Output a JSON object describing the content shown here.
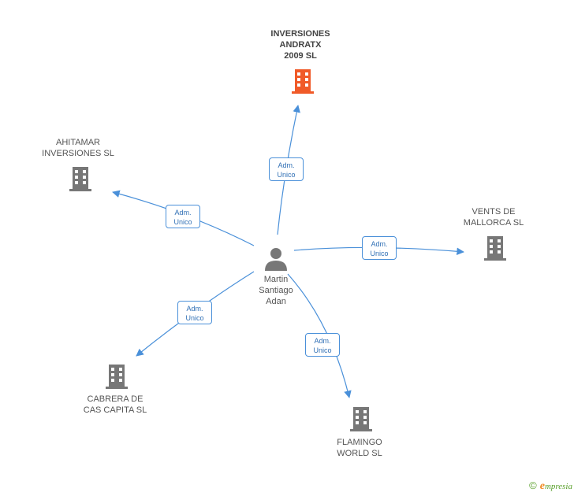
{
  "colors": {
    "edge": "#4a90d9",
    "company_icon": "#777777",
    "highlight_icon": "#f05a28",
    "person_icon": "#777777"
  },
  "person": {
    "name": "Martin\nSantiago\nAdan",
    "icon": "person-icon"
  },
  "companies": [
    {
      "id": "inversiones-andratx",
      "name": "INVERSIONES\nANDRATX\n2009 SL",
      "highlight": true,
      "icon": "building-icon"
    },
    {
      "id": "ahitamar",
      "name": "AHITAMAR\nINVERSIONES SL",
      "highlight": false,
      "icon": "building-icon"
    },
    {
      "id": "vents-de-mallorca",
      "name": "VENTS DE\nMALLORCA SL",
      "highlight": false,
      "icon": "building-icon"
    },
    {
      "id": "cabrera-de-cas-capita",
      "name": "CABRERA DE\nCAS CAPITA SL",
      "highlight": false,
      "icon": "building-icon"
    },
    {
      "id": "flamingo-world",
      "name": "FLAMINGO\nWORLD SL",
      "highlight": false,
      "icon": "building-icon"
    }
  ],
  "relations": [
    {
      "to": "inversiones-andratx",
      "line1": "Adm.",
      "line2": "Unico"
    },
    {
      "to": "ahitamar",
      "line1": "Adm.",
      "line2": "Unico"
    },
    {
      "to": "vents-de-mallorca",
      "line1": "Adm.",
      "line2": "Unico"
    },
    {
      "to": "cabrera-de-cas-capita",
      "line1": "Adm.",
      "line2": "Unico"
    },
    {
      "to": "flamingo-world",
      "line1": "Adm.",
      "line2": "Unico"
    }
  ],
  "brand": {
    "copyright": "©",
    "e": "e",
    "name": "mpresia"
  }
}
